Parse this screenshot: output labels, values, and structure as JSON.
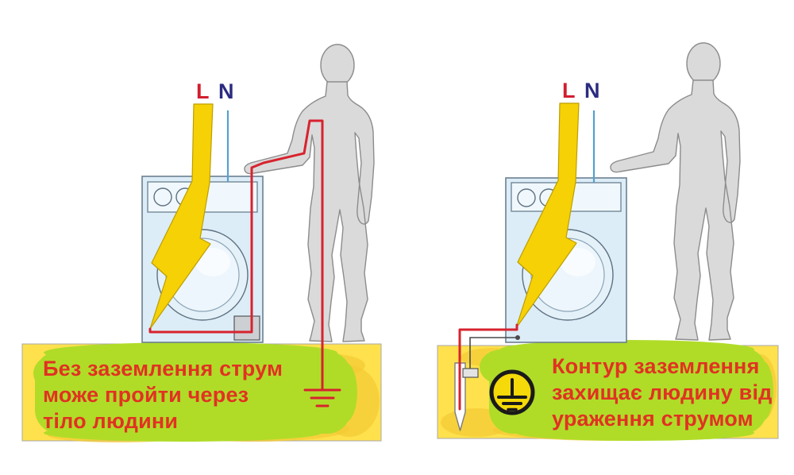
{
  "panels": {
    "left": {
      "name": "without-grounding",
      "live_label": "L",
      "neutral_label": "N",
      "caption_lines": [
        "Без заземлення струм",
        "може пройти через",
        "тіло людини"
      ]
    },
    "right": {
      "name": "with-grounding",
      "live_label": "L",
      "neutral_label": "N",
      "caption_lines": [
        "Контур заземлення",
        "захищає людину від",
        "ураження струмом"
      ]
    }
  },
  "icons": {
    "lightning-bolt-icon": "⚡",
    "earth-ground-icon": "⏚",
    "protective-earth-badge-icon": "⏚ in circle"
  },
  "colors": {
    "wire-red": "#d7232e",
    "live-yellow": "#f5d106",
    "live-yellow-edge": "#bd9e00",
    "neutral-line": "#55a0cf",
    "label-live": "#d31d2e",
    "label-neutral": "#2b2b80",
    "machine-fill": "#dcedf8",
    "machine-panel": "#f0f8fd",
    "machine-stroke": "#6c7f90",
    "drum-stroke": "#5f7181",
    "person-fill": "#dadada",
    "person-stroke": "#8c8c8c",
    "soil-yellow": "#ffe14e",
    "soil-patch": "#f3cb33",
    "soil-edge": "#a8a8a8",
    "highlight-green": "#b0dc28",
    "caption-red": "#e13222",
    "earth-badge-yellow": "#f5d908",
    "ink": "#1a1a1a",
    "bond-wire": "#4a4a4a",
    "metal-gray": "#cdd0d3"
  }
}
